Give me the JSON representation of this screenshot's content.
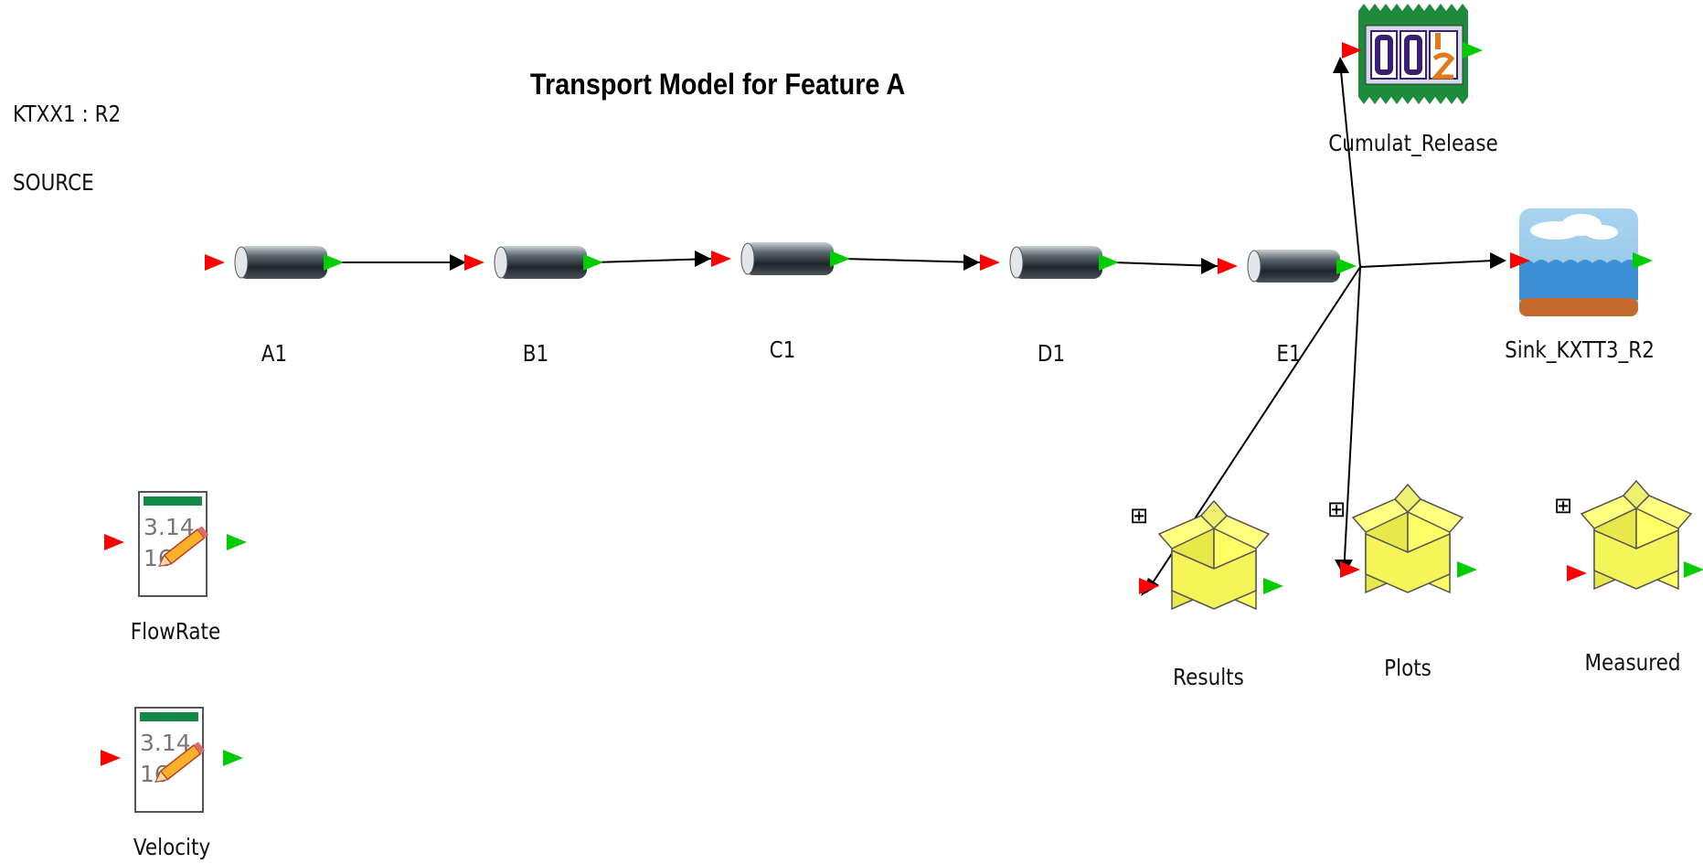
{
  "title": "Transport Model for Feature A",
  "side_labels": {
    "source_id": "KTXX1 : R2",
    "source": "SOURCE"
  },
  "nodes": {
    "a1": "A1",
    "b1": "B1",
    "c1": "C1",
    "d1": "D1",
    "e1": "E1",
    "cumulat_release": "Cumulat_Release",
    "sink": "Sink_KXTT3_R2",
    "results": "Results",
    "plots": "Plots",
    "measured": "Measured",
    "flowrate": "FlowRate",
    "velocity": "Velocity"
  },
  "data_icon": {
    "line1": "3.14",
    "line2": "16"
  },
  "colors": {
    "input_port": "#ff0000",
    "output_port": "#00cc00",
    "folder": "#ffff66",
    "water": "#3d8fd6"
  }
}
